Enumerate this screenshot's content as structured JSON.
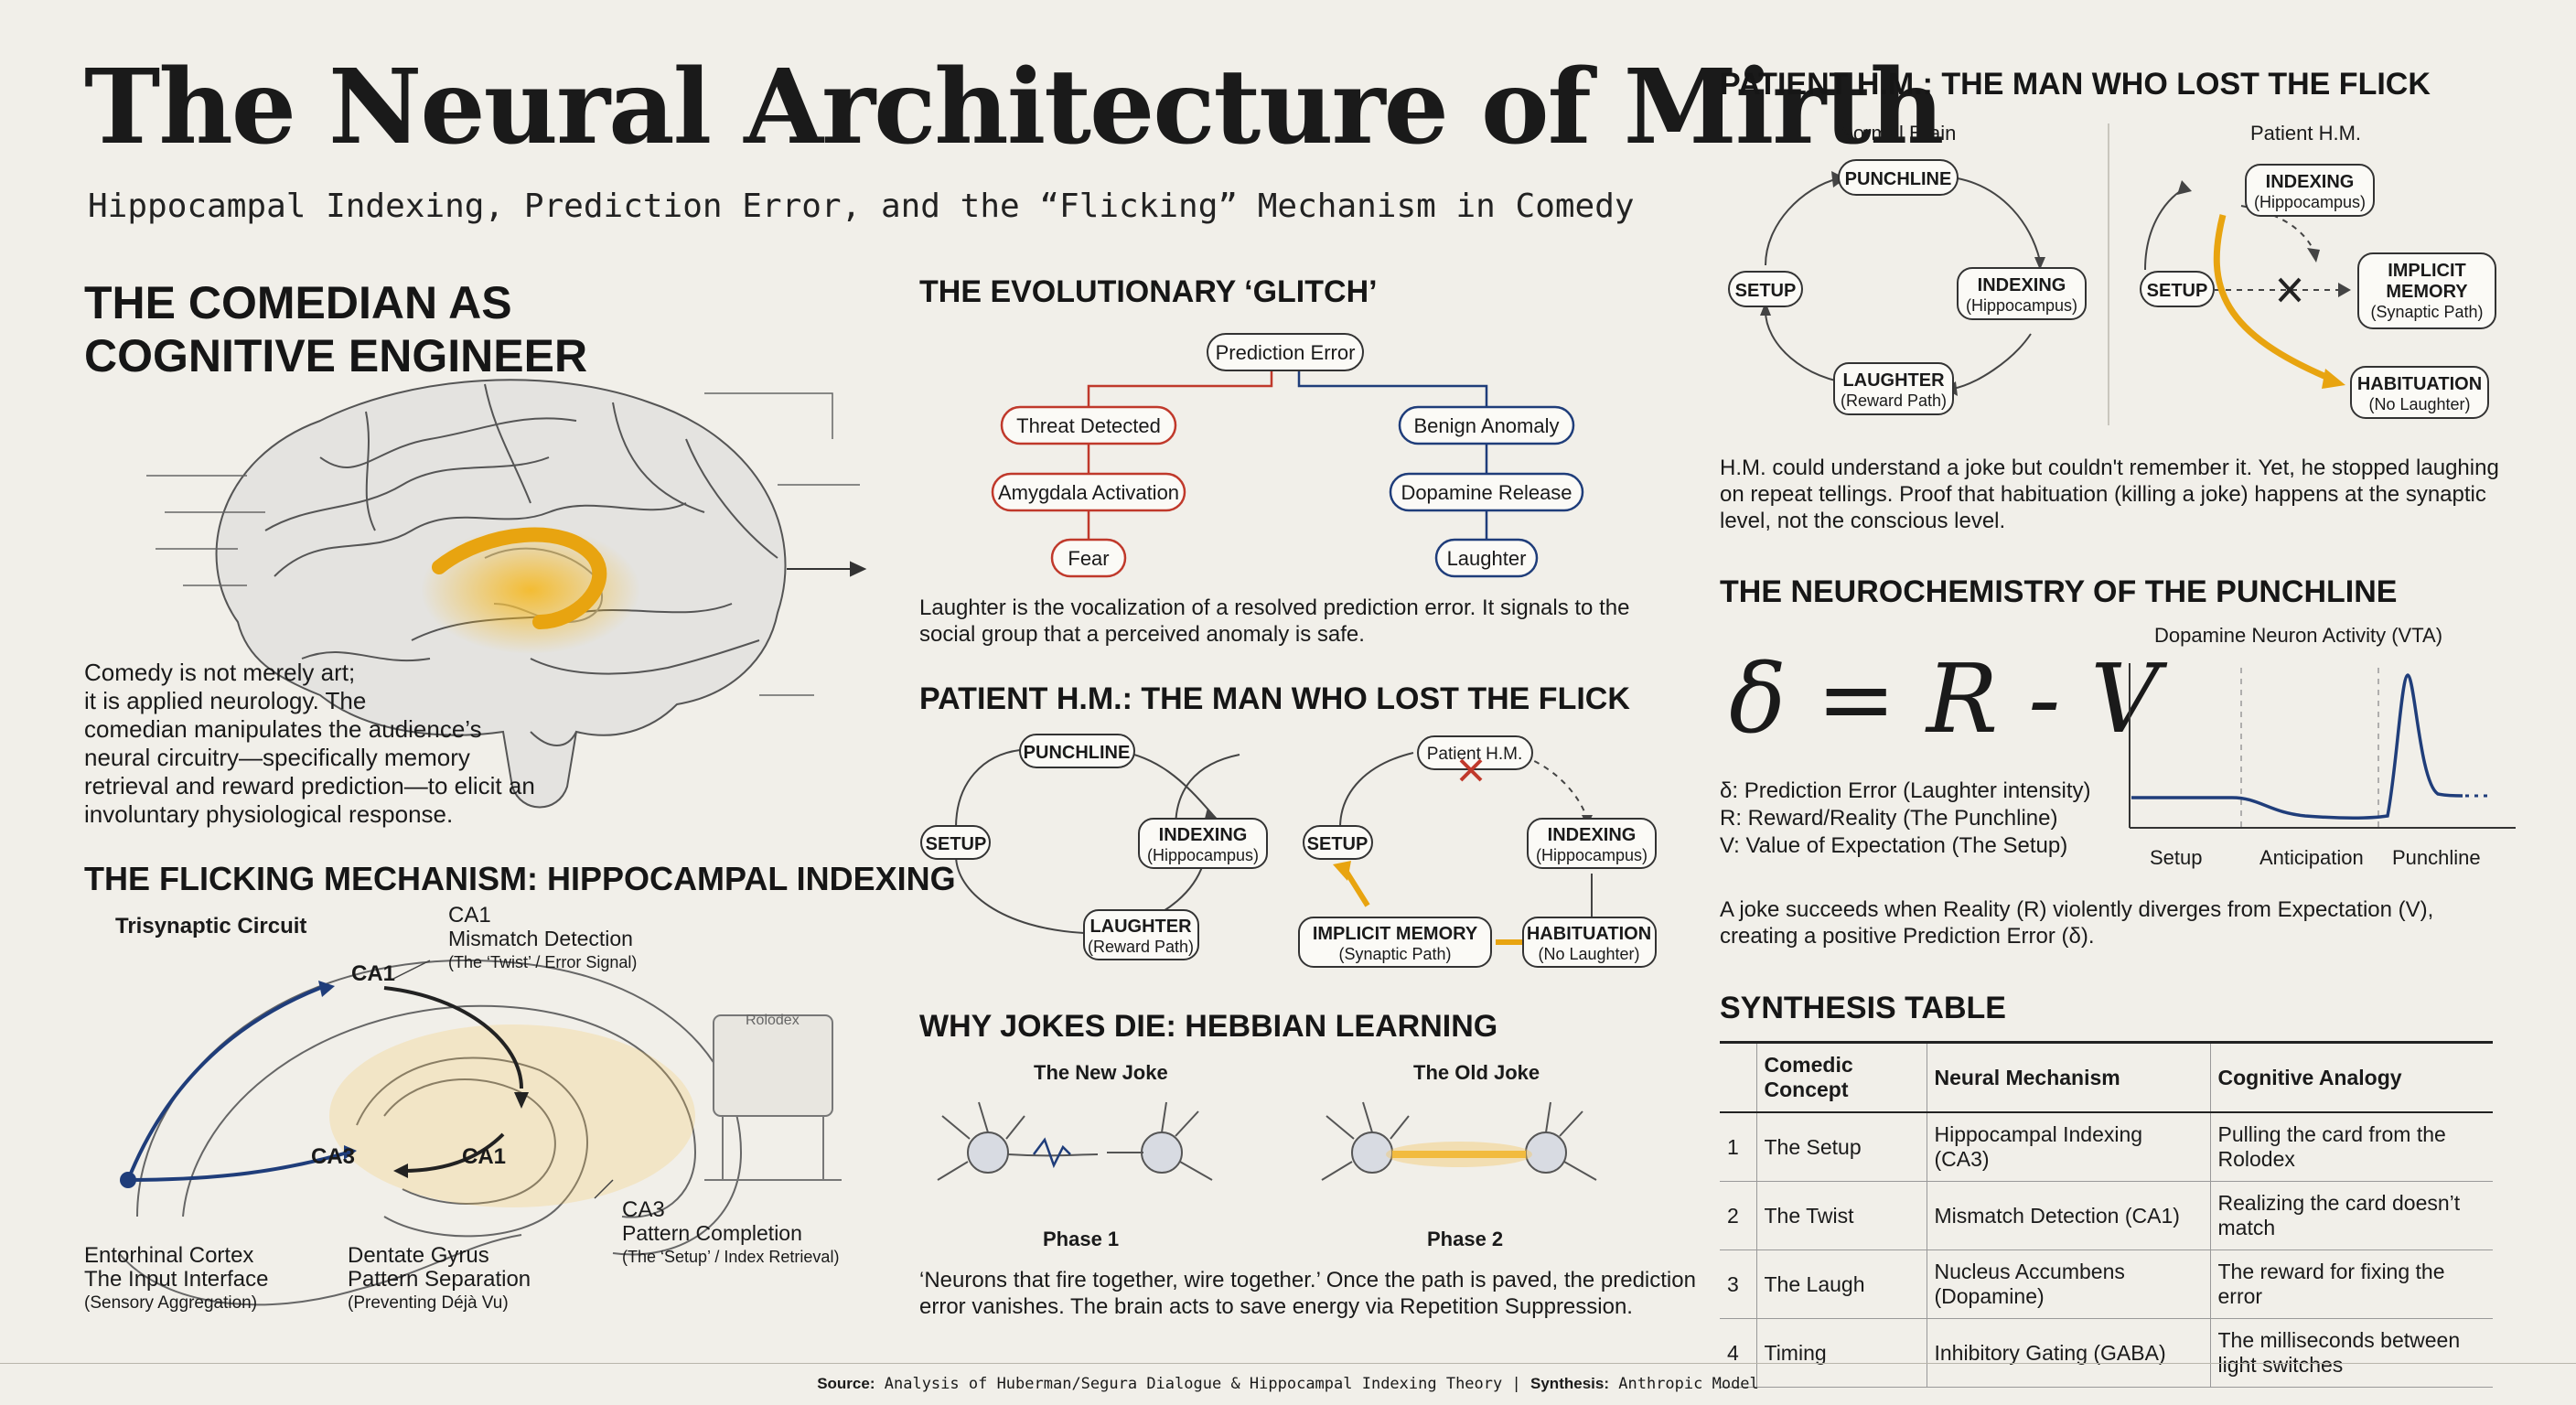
{
  "title": "The Neural Architecture of Mirth",
  "subtitle": "Hippocampal Indexing, Prediction Error, and the “Flicking” Mechanism in Comedy",
  "comedian": {
    "heading_line1": "THE COMEDIAN AS",
    "heading_line2": "COGNITIVE ENGINEER",
    "body": [
      "Comedy is not merely art;",
      "it is applied neurology. The",
      "comedian manipulates the audience’s",
      "neural circuitry—specifically memory",
      "retrieval and reward prediction—to elicit an",
      "involuntary physiological response."
    ]
  },
  "flicking": {
    "heading": "THE FLICKING MECHANISM: HIPPOCAMPAL INDEXING",
    "circuit_label": "Trisynaptic Circuit",
    "ca1_top": "CA1",
    "ca1_right": "CA1",
    "ca3_inner": "CA3",
    "rolodex": "Rolodex",
    "ca1_callout": {
      "title": "CA1",
      "line1": "Mismatch Detection",
      "line2": "(The ‘Twist’ / Error Signal)"
    },
    "ca3_callout": {
      "title": "CA3",
      "line1": "Pattern Completion",
      "line2": "(The ‘Setup’ / Index Retrieval)"
    },
    "entorhinal": {
      "line1": "Entorhinal Cortex",
      "line2": "The Input Interface",
      "line3": "(Sensory Aggregation)"
    },
    "dentate": {
      "line1": "Dentate Gyrus",
      "line2": "Pattern Separation",
      "line3": "(Preventing Déjà Vu)"
    }
  },
  "glitch": {
    "heading": "THE EVOLUTIONARY ‘GLITCH’",
    "root": "Prediction Error",
    "left": [
      "Threat Detected",
      "Amygdala Activation",
      "Fear"
    ],
    "right": [
      "Benign Anomaly",
      "Dopamine Release",
      "Laughter"
    ],
    "caption_line1": "Laughter is the vocalization of a resolved prediction error. It signals to the",
    "caption_line2": "social group that a perceived anomaly is safe.",
    "colors": {
      "threat": "#c0392b",
      "benign": "#1f3d7a"
    }
  },
  "hm_center": {
    "heading": "PATIENT H.M.: THE MAN WHO LOST THE FLICK",
    "normal": {
      "punchline": "PUNCHLINE",
      "setup": "SETUP",
      "indexing": "INDEXING",
      "indexing_sub": "(Hippocampus)",
      "laughter": "LAUGHTER",
      "laughter_sub": "(Reward Path)"
    },
    "patient": {
      "patient": "Patient H.M.",
      "setup": "SETUP",
      "indexing": "INDEXING",
      "indexing_sub": "(Hippocampus)",
      "implicit": "IMPLICIT MEMORY",
      "implicit_sub": "(Synaptic Path)",
      "habituation": "HABITUATION",
      "habituation_sub": "(No Laughter)"
    }
  },
  "hebbian": {
    "heading": "WHY JOKES DIE: HEBBIAN LEARNING",
    "new_joke": "The New Joke",
    "old_joke": "The Old Joke",
    "phase1": "Phase 1",
    "phase2": "Phase 2",
    "caption_line1": "‘Neurons that fire together, wire together.’ Once the path is paved, the prediction",
    "caption_line2": "error vanishes. The brain acts to save energy via Repetition Suppression."
  },
  "hm_right": {
    "heading": "PATIENT H.M.: THE MAN WHO LOST THE FLICK",
    "normal_title": "Normal Brain",
    "patient_title": "Patient H.M.",
    "normal": {
      "punchline": "PUNCHLINE",
      "setup": "SETUP",
      "indexing": "INDEXING",
      "indexing_sub": "(Hippocampus)",
      "laughter": "LAUGHTER",
      "laughter_sub": "(Reward Path)"
    },
    "patient": {
      "indexing": "INDEXING",
      "indexing_sub": "(Hippocampus)",
      "setup": "SETUP",
      "implicit": "IMPLICIT",
      "implicit2": "MEMORY",
      "implicit_sub": "(Synaptic Path)",
      "habituation": "HABITUATION",
      "habituation_sub": "(No Laughter)"
    },
    "caption_line1": "H.M. could understand a joke but couldn't remember it. Yet, he stopped laughing",
    "caption_line2": "on repeat tellings. Proof that habituation (killing a joke) happens at the synaptic",
    "caption_line3": "level, not the conscious level."
  },
  "neurochem": {
    "heading": "THE NEUROCHEMISTRY OF THE PUNCHLINE",
    "formula": "δ = R - V",
    "defs": [
      "δ: Prediction Error (Laughter intensity)",
      "R: Reward/Reality (The Punchline)",
      "V: Value of Expectation (The Setup)"
    ],
    "chart_title": "Dopamine Neuron Activity (VTA)",
    "ticks": [
      "Setup",
      "Anticipation",
      "Punchline"
    ],
    "caption_line1": "A joke succeeds when Reality (R) violently diverges from Expectation (V),",
    "caption_line2": "creating a positive Prediction Error (δ)."
  },
  "synthesis": {
    "heading": "SYNTHESIS TABLE",
    "columns": [
      "Comedic Concept",
      "Neural Mechanism",
      "Cognitive Analogy"
    ],
    "rows": [
      {
        "n": "1",
        "concept": "The Setup",
        "mechanism": "Hippocampal Indexing (CA3)",
        "analogy": "Pulling the card from the Rolodex"
      },
      {
        "n": "2",
        "concept": "The Twist",
        "mechanism": "Mismatch Detection (CA1)",
        "analogy": "Realizing the card doesn’t match"
      },
      {
        "n": "3",
        "concept": "The Laugh",
        "mechanism": "Nucleus Accumbens (Dopamine)",
        "analogy": "The reward for fixing the error"
      },
      {
        "n": "4",
        "concept": "Timing",
        "mechanism": "Inhibitory Gating (GABA)",
        "analogy": "The milliseconds between light switches"
      }
    ]
  },
  "footer": {
    "source_label": "Source:",
    "source": "Analysis of Huberman/Segura Dialogue & Hippocampal Indexing Theory",
    "sep": "|",
    "synth_label": "Synthesis:",
    "synth": "Anthropic Model"
  }
}
